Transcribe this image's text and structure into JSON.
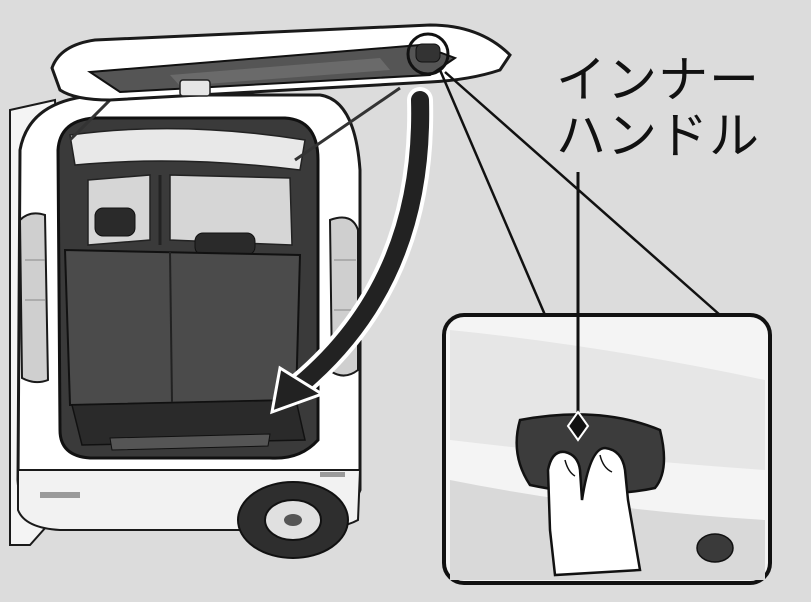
{
  "illustration": {
    "subject": "car-rear-tailgate-closing",
    "colors": {
      "background": "#dcdcdc",
      "body": "#ffffff",
      "outline": "#1a1a1a",
      "interior": "#4a4a4a",
      "arrow": "#222222"
    }
  },
  "callout": {
    "label_line1": "インナー",
    "label_line2": "ハンドル"
  }
}
